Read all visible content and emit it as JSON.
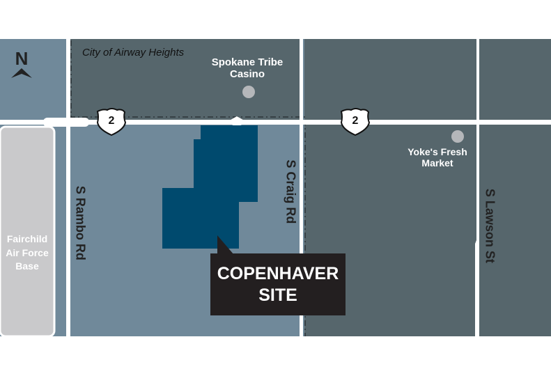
{
  "map": {
    "north_label": "N",
    "city_label": "City of Airway Heights",
    "highway_shield": "2",
    "pois": [
      {
        "label_line1": "Spokane Tribe",
        "label_line2": "Casino"
      },
      {
        "label_line1": "Yoke's Fresh",
        "label_line2": "Market"
      }
    ],
    "roads": {
      "rambo": "S Rambo Rd",
      "craig": "S Craig Rd",
      "lawson": "S Lawson St"
    },
    "base": {
      "line1": "Fairchild",
      "line2": "Air Force",
      "line3": "Base"
    },
    "site": {
      "line1": "COPENHAVER",
      "line2": "SITE"
    },
    "colors": {
      "dark": "#56666c",
      "light": "#70899a",
      "base": "#c9c9cb",
      "site": "#004a6e",
      "callout": "#231f20"
    }
  }
}
